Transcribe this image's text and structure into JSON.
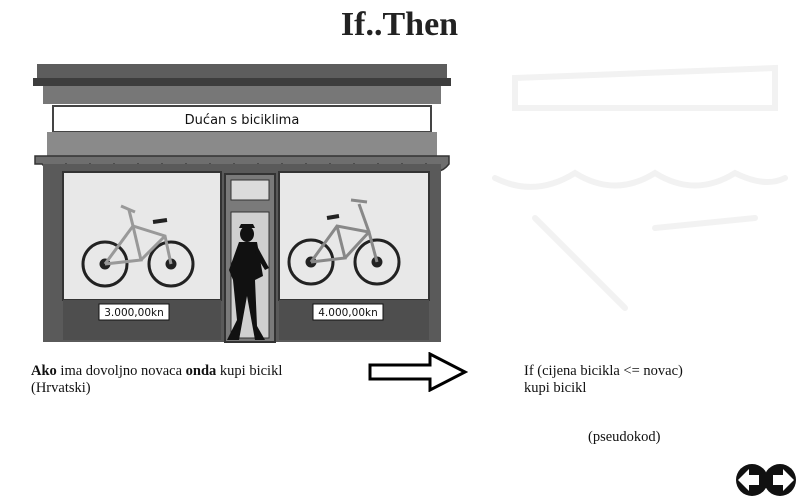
{
  "slide": {
    "title": "If..Then"
  },
  "shop": {
    "sign": "Dućan s biciklima",
    "price_left": "3.000,00kn",
    "price_right": "4.000,00kn"
  },
  "caption": {
    "ako": "Ako",
    "middle": " ima dovoljno novaca ",
    "onda": "onda",
    "end": " kupi bicikl",
    "language": "(Hrvatski)"
  },
  "code": {
    "line1": "If (cijena bicikla <= novac)",
    "line2": "kupi bicikl",
    "label": "(pseudokod)"
  },
  "nav": {
    "prev_icon": "arrow-left-icon",
    "next_icon": "arrow-right-icon"
  }
}
